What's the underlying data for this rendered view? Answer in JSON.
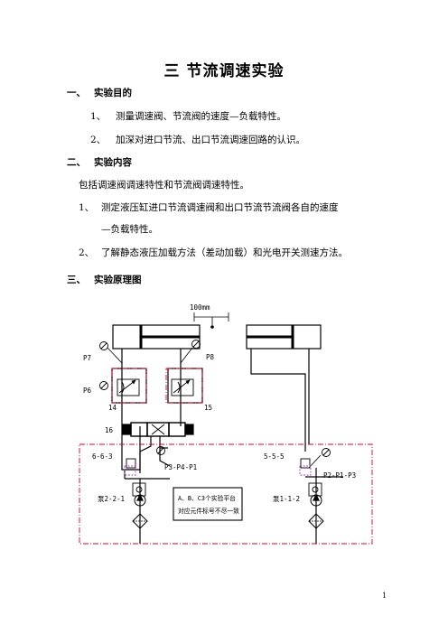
{
  "title": "三  节流调速实验",
  "sections": [
    {
      "num": "一、",
      "heading": "实验目的"
    },
    {
      "num": "二、",
      "heading": "实验内容"
    },
    {
      "num": "三、",
      "heading": "实验原理图"
    }
  ],
  "purpose": [
    {
      "num": "1、",
      "text": "测量调速阀、节流阀的速度—负载特性。"
    },
    {
      "num": "2、",
      "text": "加深对进口节流、出口节流调速回路的认识。"
    }
  ],
  "content": {
    "intro": "包括调速阀调速特性和节流阀调速特性。",
    "items": [
      {
        "num": "1、",
        "line1": "测定液压缸进口节流调速阀和出口节流节流阀各自的速度",
        "line2": "—负载特性。"
      },
      {
        "num": "2、",
        "line1": "了解静态液压加载方法（差动加载）和光电开关测速方法。",
        "line2": ""
      }
    ]
  },
  "diagram": {
    "scale": "100mm",
    "labels": {
      "p7": "P7",
      "p8": "P8",
      "p6": "P6",
      "n14": "14",
      "n15": "15",
      "n16": "16",
      "left_relief": "6-6-3",
      "right_relief": "5-5-5",
      "left_gauge": "P3-P4-P1",
      "right_gauge": "P2-P1-P3",
      "left_pump": "泵2-2-1",
      "right_pump": "泵1-1-2",
      "note_line1": "A、B、C3个实验平台",
      "note_line2": "对应元件标号不尽一致"
    },
    "colors": {
      "line": "#000000",
      "accent": "#d6002a",
      "purple": "#b03cc8"
    }
  },
  "page_number": "1"
}
